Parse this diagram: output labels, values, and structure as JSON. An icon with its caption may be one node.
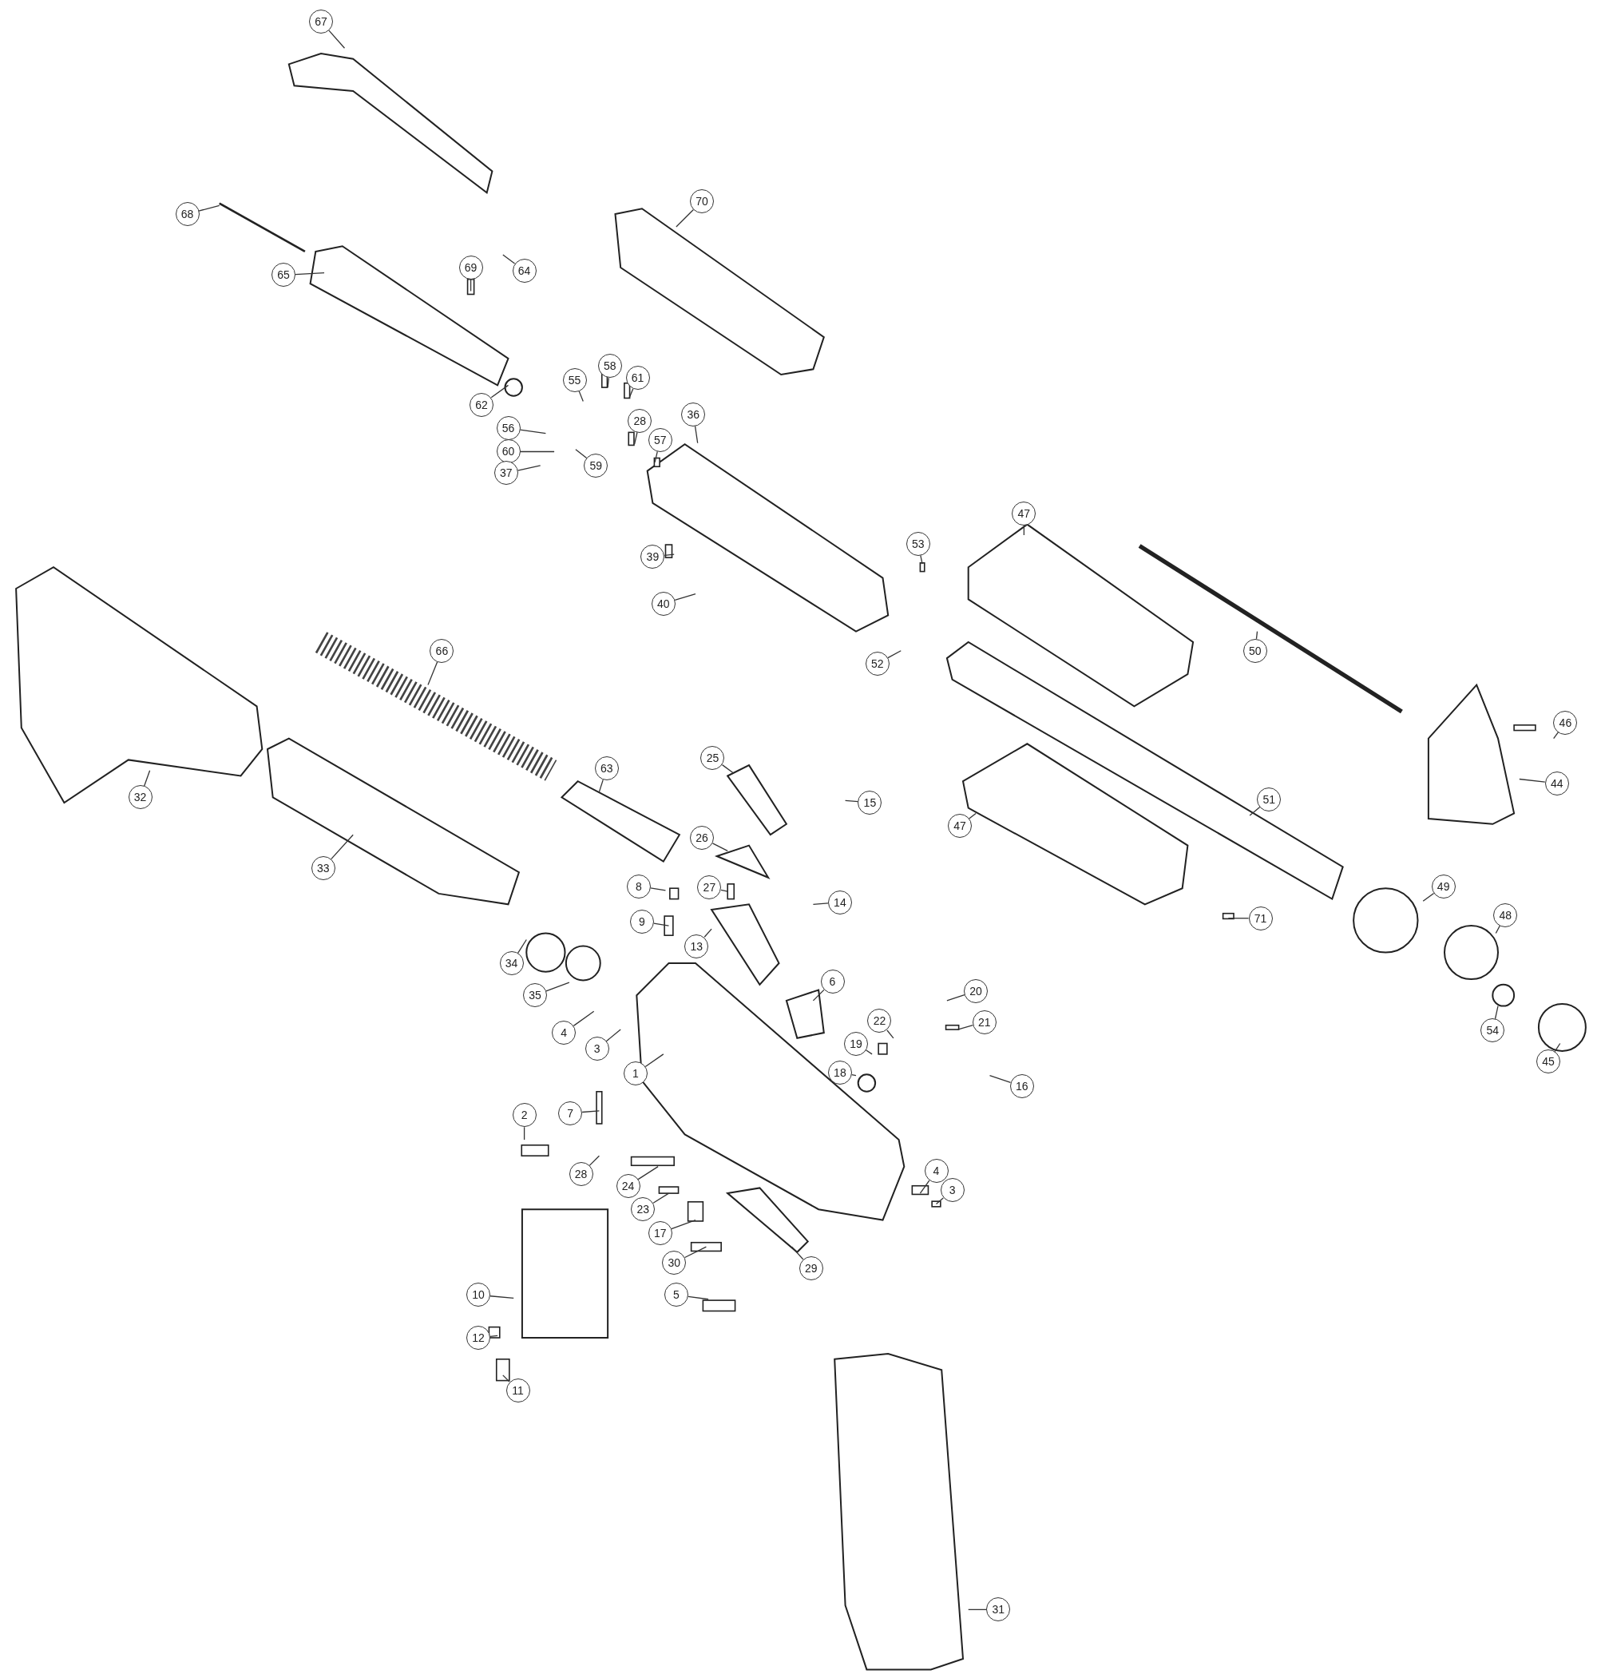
{
  "diagram": {
    "nodes": [
      {
        "text": [
          "67"
        ]
      },
      {
        "text": [
          "70"
        ]
      },
      {
        "text": [
          "68"
        ]
      },
      {
        "text": [
          "69"
        ]
      },
      {
        "text": [
          "64"
        ]
      },
      {
        "text": [
          "65"
        ]
      },
      {
        "text": [
          "58"
        ]
      },
      {
        "text": [
          "61"
        ]
      },
      {
        "text": [
          "55"
        ]
      },
      {
        "text": [
          "62"
        ]
      },
      {
        "text": [
          "36"
        ]
      },
      {
        "text": [
          "28"
        ]
      },
      {
        "text": [
          "56"
        ]
      },
      {
        "text": [
          "57"
        ]
      },
      {
        "text": [
          "60"
        ]
      },
      {
        "text": [
          "59"
        ]
      },
      {
        "text": [
          "37"
        ]
      },
      {
        "text": [
          "47"
        ]
      },
      {
        "text": [
          "53"
        ]
      },
      {
        "text": [
          "39"
        ]
      },
      {
        "text": [
          "40"
        ]
      },
      {
        "text": [
          "50"
        ]
      },
      {
        "text": [
          "66"
        ]
      },
      {
        "text": [
          "52"
        ]
      },
      {
        "text": [
          "46"
        ]
      },
      {
        "text": [
          "25"
        ]
      },
      {
        "text": [
          "63"
        ]
      },
      {
        "text": [
          "44"
        ]
      },
      {
        "text": [
          "32"
        ]
      },
      {
        "text": [
          "51"
        ]
      },
      {
        "text": [
          "15"
        ]
      },
      {
        "text": [
          "47"
        ]
      },
      {
        "text": [
          "26"
        ]
      },
      {
        "text": [
          "33"
        ]
      },
      {
        "text": [
          "49"
        ]
      },
      {
        "text": [
          "8"
        ]
      },
      {
        "text": [
          "27"
        ]
      },
      {
        "text": [
          "14"
        ]
      },
      {
        "text": [
          "48"
        ]
      },
      {
        "text": [
          "71"
        ]
      },
      {
        "text": [
          "9"
        ]
      },
      {
        "text": [
          "13"
        ]
      },
      {
        "text": [
          "34"
        ]
      },
      {
        "text": [
          "6"
        ]
      },
      {
        "text": [
          "20"
        ]
      },
      {
        "text": [
          "35"
        ]
      },
      {
        "text": [
          "22"
        ]
      },
      {
        "text": [
          "21"
        ]
      },
      {
        "text": [
          "54"
        ]
      },
      {
        "text": [
          "4"
        ]
      },
      {
        "text": [
          "19"
        ]
      },
      {
        "text": [
          "3"
        ]
      },
      {
        "text": [
          "45"
        ]
      },
      {
        "text": [
          "18"
        ]
      },
      {
        "text": [
          "1"
        ]
      },
      {
        "text": [
          "16"
        ]
      },
      {
        "text": [
          "2"
        ]
      },
      {
        "text": [
          "7"
        ]
      },
      {
        "text": [
          "4"
        ]
      },
      {
        "text": [
          "28"
        ]
      },
      {
        "text": [
          "24"
        ]
      },
      {
        "text": [
          "3"
        ]
      },
      {
        "text": [
          "23"
        ]
      },
      {
        "text": [
          "17"
        ]
      },
      {
        "text": [
          "30"
        ]
      },
      {
        "text": [
          "29"
        ]
      },
      {
        "text": [
          "5"
        ]
      },
      {
        "text": [
          "10"
        ]
      },
      {
        "text": [
          "12"
        ]
      },
      {
        "text": [
          "11"
        ]
      },
      {
        "text": [
          "31"
        ]
      }
    ],
    "edges": [
      {
        "from": 0,
        "to": null,
        "arrow": "none"
      },
      {
        "from": 1,
        "to": null,
        "arrow": "none"
      },
      {
        "from": 2,
        "to": null,
        "arrow": "none"
      },
      {
        "from": 3,
        "to": null,
        "arrow": "none"
      },
      {
        "from": 4,
        "to": null,
        "arrow": "none"
      },
      {
        "from": 5,
        "to": null,
        "arrow": "none"
      },
      {
        "from": 6,
        "to": null,
        "arrow": "none"
      },
      {
        "from": 7,
        "to": null,
        "arrow": "none"
      },
      {
        "from": 8,
        "to": null,
        "arrow": "none"
      },
      {
        "from": 9,
        "to": null,
        "arrow": "none"
      },
      {
        "from": 10,
        "to": null,
        "arrow": "none"
      },
      {
        "from": 11,
        "to": null,
        "arrow": "none"
      },
      {
        "from": 12,
        "to": null,
        "arrow": "none"
      },
      {
        "from": 13,
        "to": null,
        "arrow": "none"
      },
      {
        "from": 14,
        "to": null,
        "arrow": "none"
      },
      {
        "from": 15,
        "to": null,
        "arrow": "none"
      },
      {
        "from": 16,
        "to": null,
        "arrow": "none"
      },
      {
        "from": 17,
        "to": null,
        "arrow": "none"
      },
      {
        "from": 18,
        "to": null,
        "arrow": "none"
      },
      {
        "from": 19,
        "to": null,
        "arrow": "none"
      },
      {
        "from": 20,
        "to": null,
        "arrow": "none"
      },
      {
        "from": 21,
        "to": null,
        "arrow": "none"
      },
      {
        "from": 22,
        "to": null,
        "arrow": "none"
      },
      {
        "from": 23,
        "to": null,
        "arrow": "none"
      },
      {
        "from": 24,
        "to": null,
        "arrow": "none"
      },
      {
        "from": 25,
        "to": null,
        "arrow": "none"
      },
      {
        "from": 26,
        "to": null,
        "arrow": "none"
      },
      {
        "from": 27,
        "to": null,
        "arrow": "none"
      },
      {
        "from": 28,
        "to": null,
        "arrow": "none"
      },
      {
        "from": 29,
        "to": null,
        "arrow": "none"
      },
      {
        "from": 30,
        "to": null,
        "arrow": "none"
      },
      {
        "from": 31,
        "to": null,
        "arrow": "none"
      },
      {
        "from": 32,
        "to": null,
        "arrow": "none"
      },
      {
        "from": 33,
        "to": null,
        "arrow": "none"
      },
      {
        "from": 34,
        "to": null,
        "arrow": "none"
      },
      {
        "from": 35,
        "to": null,
        "arrow": "none"
      },
      {
        "from": 36,
        "to": null,
        "arrow": "none"
      },
      {
        "from": 37,
        "to": null,
        "arrow": "none"
      },
      {
        "from": 38,
        "to": null,
        "arrow": "none"
      },
      {
        "from": 39,
        "to": null,
        "arrow": "none"
      },
      {
        "from": 40,
        "to": null,
        "arrow": "none"
      },
      {
        "from": 41,
        "to": null,
        "arrow": "none"
      },
      {
        "from": 42,
        "to": null,
        "arrow": "none"
      },
      {
        "from": 43,
        "to": null,
        "arrow": "none"
      },
      {
        "from": 44,
        "to": null,
        "arrow": "none"
      },
      {
        "from": 45,
        "to": null,
        "arrow": "none"
      },
      {
        "from": 46,
        "to": null,
        "arrow": "none"
      },
      {
        "from": 47,
        "to": null,
        "arrow": "none"
      },
      {
        "from": 48,
        "to": null,
        "arrow": "none"
      },
      {
        "from": 49,
        "to": null,
        "arrow": "none"
      },
      {
        "from": 50,
        "to": null,
        "arrow": "none"
      },
      {
        "from": 51,
        "to": null,
        "arrow": "none"
      },
      {
        "from": 52,
        "to": null,
        "arrow": "none"
      },
      {
        "from": 53,
        "to": null,
        "arrow": "none"
      },
      {
        "from": 54,
        "to": null,
        "arrow": "none"
      },
      {
        "from": 55,
        "to": null,
        "arrow": "none"
      },
      {
        "from": 56,
        "to": null,
        "arrow": "none"
      },
      {
        "from": 57,
        "to": null,
        "arrow": "none"
      },
      {
        "from": 58,
        "to": null,
        "arrow": "none"
      },
      {
        "from": 59,
        "to": null,
        "arrow": "none"
      },
      {
        "from": 60,
        "to": null,
        "arrow": "none"
      },
      {
        "from": 61,
        "to": null,
        "arrow": "none"
      },
      {
        "from": 62,
        "to": null,
        "arrow": "none"
      },
      {
        "from": 63,
        "to": null,
        "arrow": "none"
      },
      {
        "from": 64,
        "to": null,
        "arrow": "none"
      },
      {
        "from": 65,
        "to": null,
        "arrow": "none"
      },
      {
        "from": 66,
        "to": null,
        "arrow": "none"
      },
      {
        "from": 67,
        "to": null,
        "arrow": "none"
      },
      {
        "from": 68,
        "to": null,
        "arrow": "none"
      },
      {
        "from": 69,
        "to": null,
        "arrow": "none"
      },
      {
        "from": 70,
        "to": null,
        "arrow": "none"
      }
    ]
  }
}
